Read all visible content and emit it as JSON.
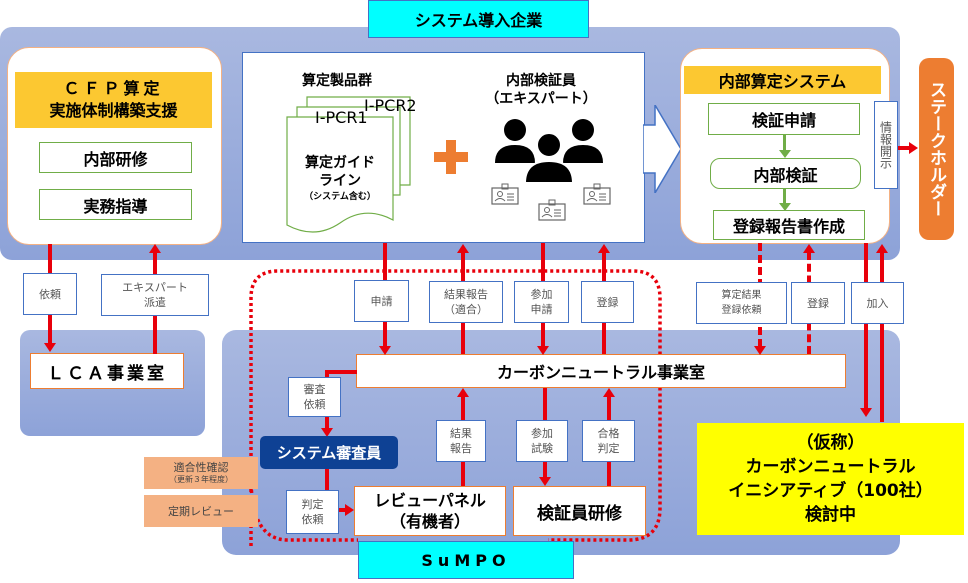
{
  "diagram": {
    "top_org": "システム導入企業",
    "bottom_org": "SuMPO",
    "cfp_support": {
      "title_line1": "ＣＦＰ算定",
      "title_line2": "実施体制構築支援",
      "items": [
        "内部研修",
        "実務指導"
      ]
    },
    "products": {
      "heading": "算定製品群",
      "pcr1": "I-PCR1",
      "pcr2": "I-PCR2",
      "guide_line1": "算定ガイド",
      "guide_line2": "ライン",
      "guide_note": "（システム含む）"
    },
    "plus_symbol": "plus-icon",
    "verifiers": {
      "line1": "内部検証員",
      "line2": "（エキスパート）",
      "icon": "people-group-icon",
      "badge_icon": "id-badge-icon"
    },
    "internal_system": {
      "title": "内部算定システム",
      "steps": [
        "検証申請",
        "内部検証",
        "登録報告書作成"
      ]
    },
    "disclosure": "情報開示",
    "stakeholder": "ステークホルダー",
    "lca_office": "ＬＣＡ事業室",
    "cn_office": "カーボンニュートラル事業室",
    "system_reviewer": "システム審査員",
    "review_panel_line1": "レビューパネル",
    "review_panel_line2": "（有機者）",
    "verifier_training": "検証員研修",
    "initiative": {
      "line1": "（仮称）",
      "line2": "カーボンニュートラル",
      "line3": "イニシアティブ（100社）",
      "line4": "検討中"
    },
    "side_notes": {
      "conformity_line1": "適合性確認",
      "conformity_line2": "（更新３年程度）",
      "periodic_review": "定期レビュー"
    },
    "flow_labels": {
      "request": "依頼",
      "expert_dispatch_line1": "エキスパート",
      "expert_dispatch_line2": "派遣",
      "apply": "申請",
      "result_report_line1": "結果報告",
      "result_report_line2": "（適合）",
      "join_apply_line1": "参加",
      "join_apply_line2": "申請",
      "register": "登録",
      "calc_result_line1": "算定結果",
      "calc_result_line2": "登録依頼",
      "register2": "登録",
      "join": "加入",
      "review_request_line1": "審査",
      "review_request_line2": "依頼",
      "judge_request_line1": "判定",
      "judge_request_line2": "依頼",
      "result_line1": "結果",
      "result_line2": "報告",
      "join_exam_line1": "参加",
      "join_exam_line2": "試験",
      "pass_line1": "合格",
      "pass_line2": "判定"
    },
    "colors": {
      "band": "#8da2d8",
      "cyan": "#00ffff",
      "gold": "#fcc831",
      "orange": "#ed7d31",
      "red": "#e8000b",
      "green": "#70ad47",
      "navy": "#0e4194",
      "yellow": "#ffff00",
      "salmon": "#f4b183"
    }
  }
}
